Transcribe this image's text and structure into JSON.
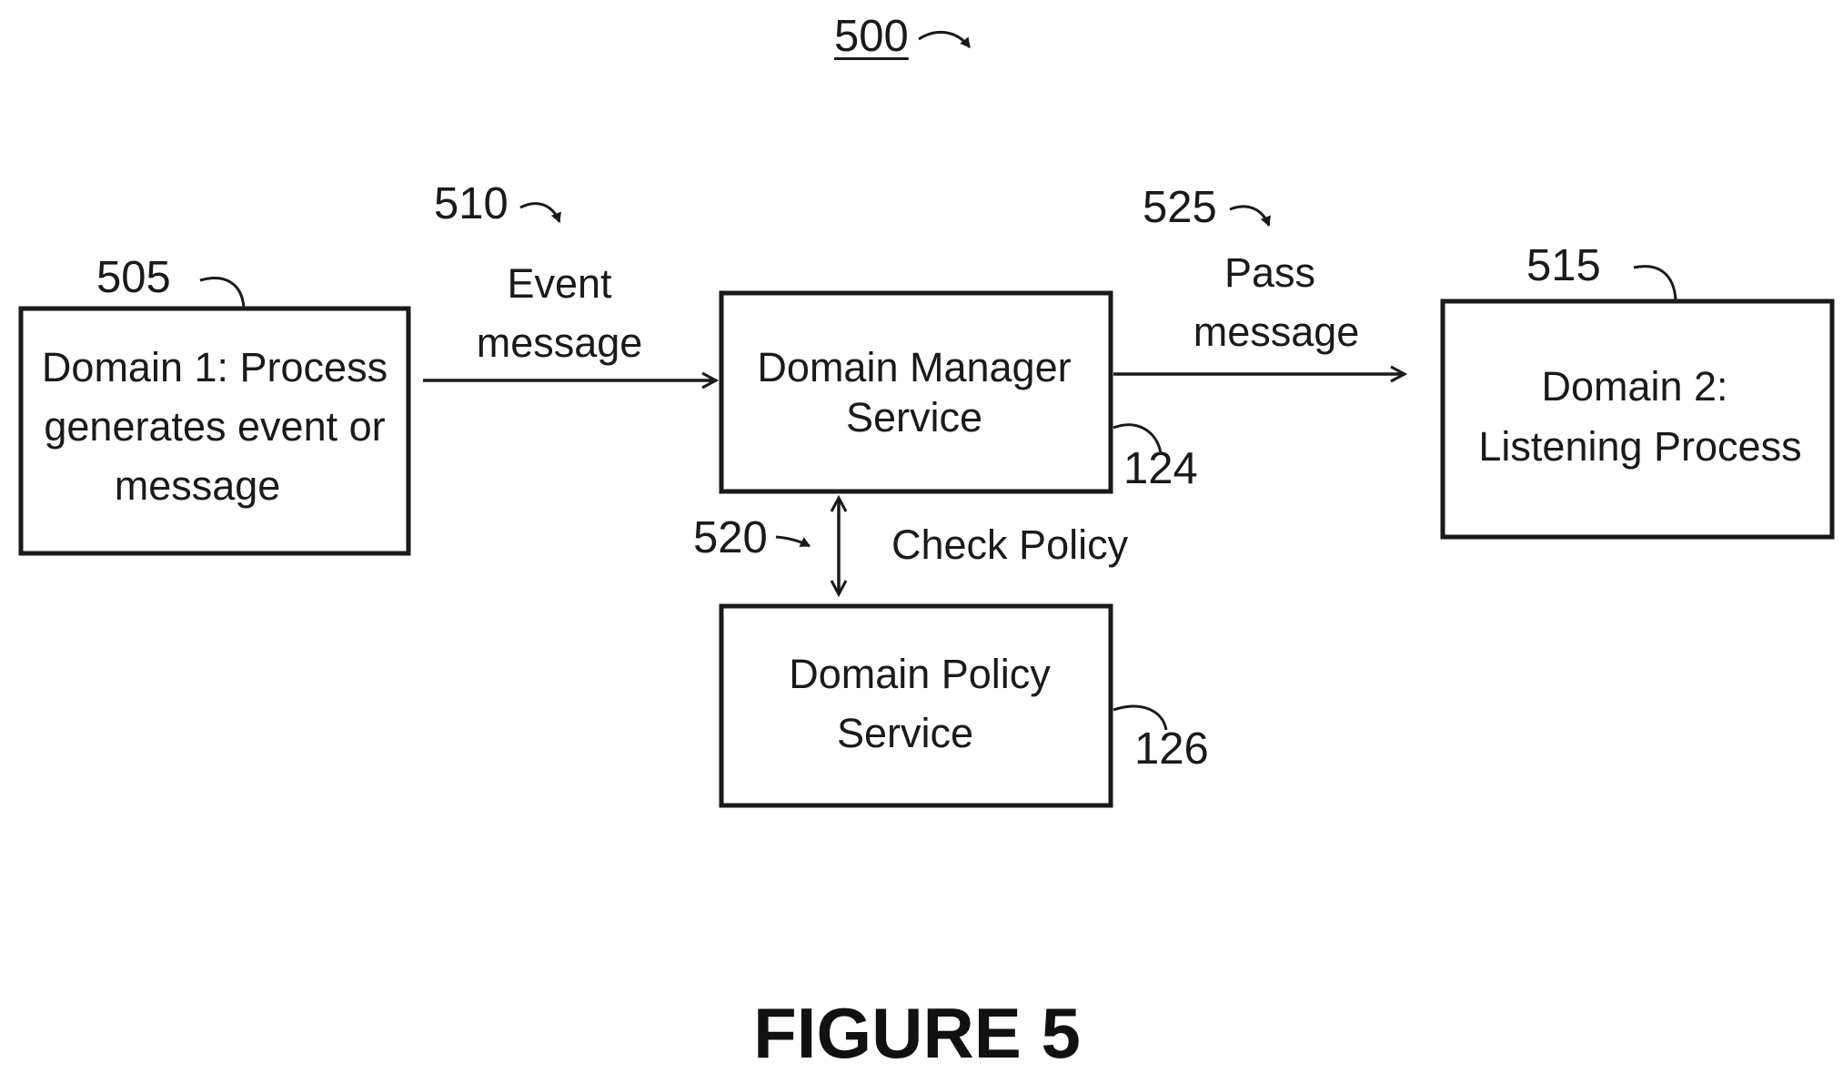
{
  "figure": {
    "ref": "500",
    "title": "FIGURE 5"
  },
  "nodes": {
    "domain1": {
      "ref": "505",
      "lines": [
        "Domain 1: Process",
        "generates event or",
        "message"
      ]
    },
    "domain_manager": {
      "ref": "124",
      "lines": [
        "Domain Manager",
        "Service"
      ]
    },
    "domain2": {
      "ref": "515",
      "lines": [
        "Domain 2:",
        "Listening Process"
      ]
    },
    "domain_policy": {
      "ref": "126",
      "lines": [
        "Domain Policy",
        "Service"
      ]
    }
  },
  "edges": {
    "event_message": {
      "ref": "510",
      "lines": [
        "Event",
        "message"
      ]
    },
    "pass_message": {
      "ref": "525",
      "lines": [
        "Pass",
        "message"
      ]
    },
    "check_policy": {
      "ref": "520",
      "label": "Check Policy"
    }
  },
  "colors": {
    "ink": "#1a1a1a",
    "background": "#ffffff"
  }
}
